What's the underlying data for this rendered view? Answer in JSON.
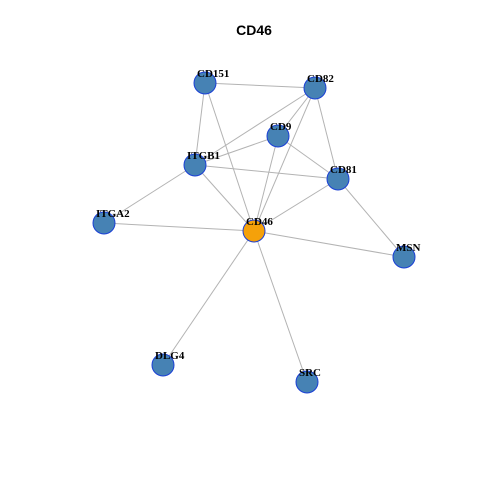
{
  "title": "CD46",
  "colors": {
    "node_fill": "#4682b4",
    "hub_fill": "#f5a10a",
    "node_stroke": "#1a3fd6",
    "edge": "#b3b3b3"
  },
  "nodes": [
    {
      "id": "CD46",
      "label": "CD46",
      "hub": true
    },
    {
      "id": "CD151",
      "label": "CD151",
      "hub": false
    },
    {
      "id": "CD82",
      "label": "CD82",
      "hub": false
    },
    {
      "id": "CD9",
      "label": "CD9",
      "hub": false
    },
    {
      "id": "ITGB1",
      "label": "ITGB1",
      "hub": false
    },
    {
      "id": "CD81",
      "label": "CD81",
      "hub": false
    },
    {
      "id": "ITGA2",
      "label": "ITGA2",
      "hub": false
    },
    {
      "id": "MSN",
      "label": "MSN",
      "hub": false
    },
    {
      "id": "DLG4",
      "label": "DLG4",
      "hub": false
    },
    {
      "id": "SRC",
      "label": "SRC",
      "hub": false
    }
  ],
  "edges": [
    [
      "CD151",
      "CD82"
    ],
    [
      "CD151",
      "ITGB1"
    ],
    [
      "CD151",
      "CD46"
    ],
    [
      "CD82",
      "CD9"
    ],
    [
      "CD82",
      "CD81"
    ],
    [
      "CD82",
      "CD46"
    ],
    [
      "CD82",
      "ITGB1"
    ],
    [
      "CD9",
      "ITGB1"
    ],
    [
      "CD9",
      "CD81"
    ],
    [
      "CD9",
      "CD46"
    ],
    [
      "ITGB1",
      "CD81"
    ],
    [
      "ITGB1",
      "ITGA2"
    ],
    [
      "ITGB1",
      "CD46"
    ],
    [
      "CD81",
      "CD46"
    ],
    [
      "CD81",
      "MSN"
    ],
    [
      "ITGA2",
      "CD46"
    ],
    [
      "CD46",
      "MSN"
    ],
    [
      "CD46",
      "DLG4"
    ],
    [
      "CD46",
      "SRC"
    ]
  ]
}
